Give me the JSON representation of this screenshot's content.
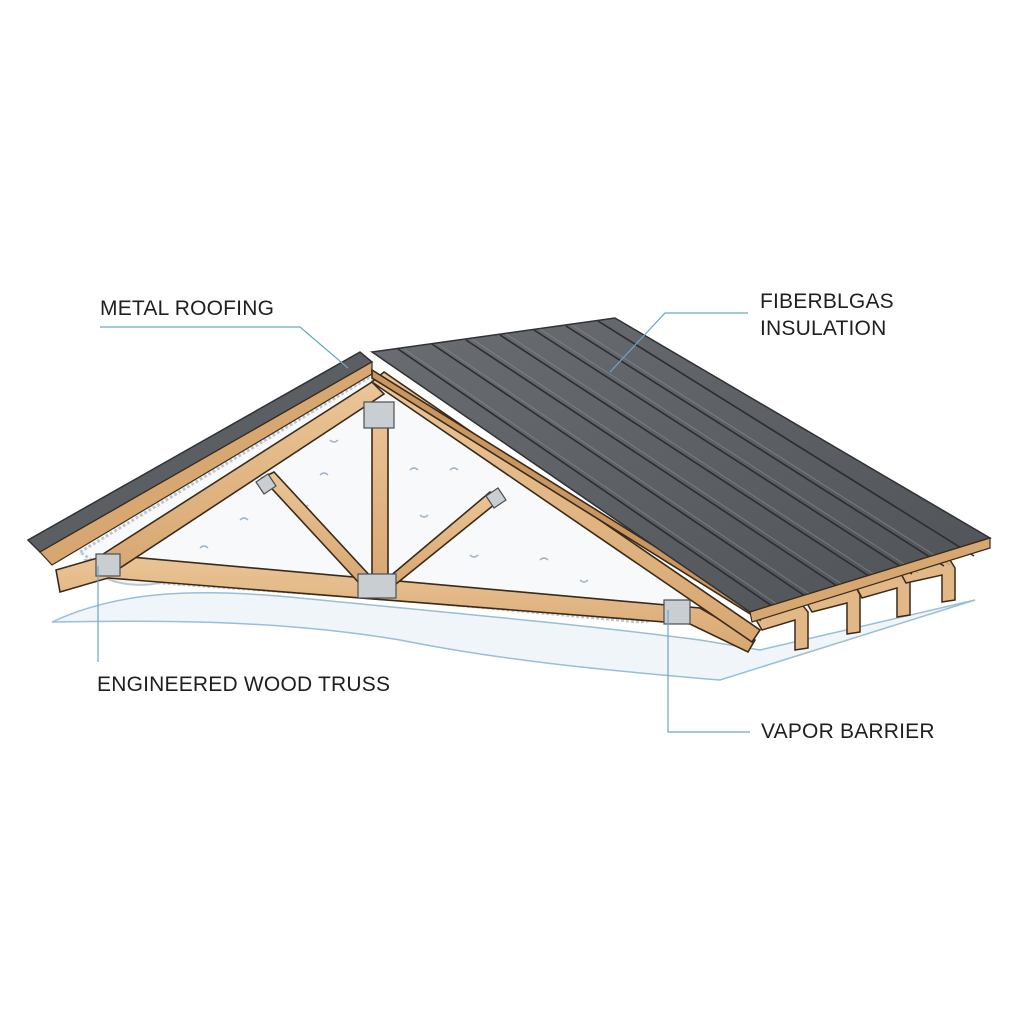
{
  "diagram": {
    "type": "cutaway roof assembly illustration",
    "labels": {
      "metal_roofing": "METAL ROOFING",
      "fiberglass_insulation_line1": "FIBERBLGAS",
      "fiberglass_insulation_line2": "INSULATION",
      "engineered_wood_truss": "ENGINEERED WOOD TRUSS",
      "vapor_barrier": "VAPOR BARRIER"
    },
    "colors": {
      "roof_metal": "#5b5e63",
      "roof_metal_light": "#74777c",
      "roof_rib": "#2f3134",
      "wood": "#e2b887",
      "wood_dark": "#c9965f",
      "wood_outline": "#3a2a1a",
      "insulation": "#f7f9fb",
      "insulation_edge": "#b9c6d3",
      "leader_line": "#6aa6c8",
      "gusset_plate": "#c9ced3",
      "text": "#1f1f1f"
    },
    "components": [
      "metal roofing",
      "fiberglass insulation",
      "engineered wood truss",
      "vapor barrier",
      "gusset plates",
      "purlins"
    ]
  }
}
